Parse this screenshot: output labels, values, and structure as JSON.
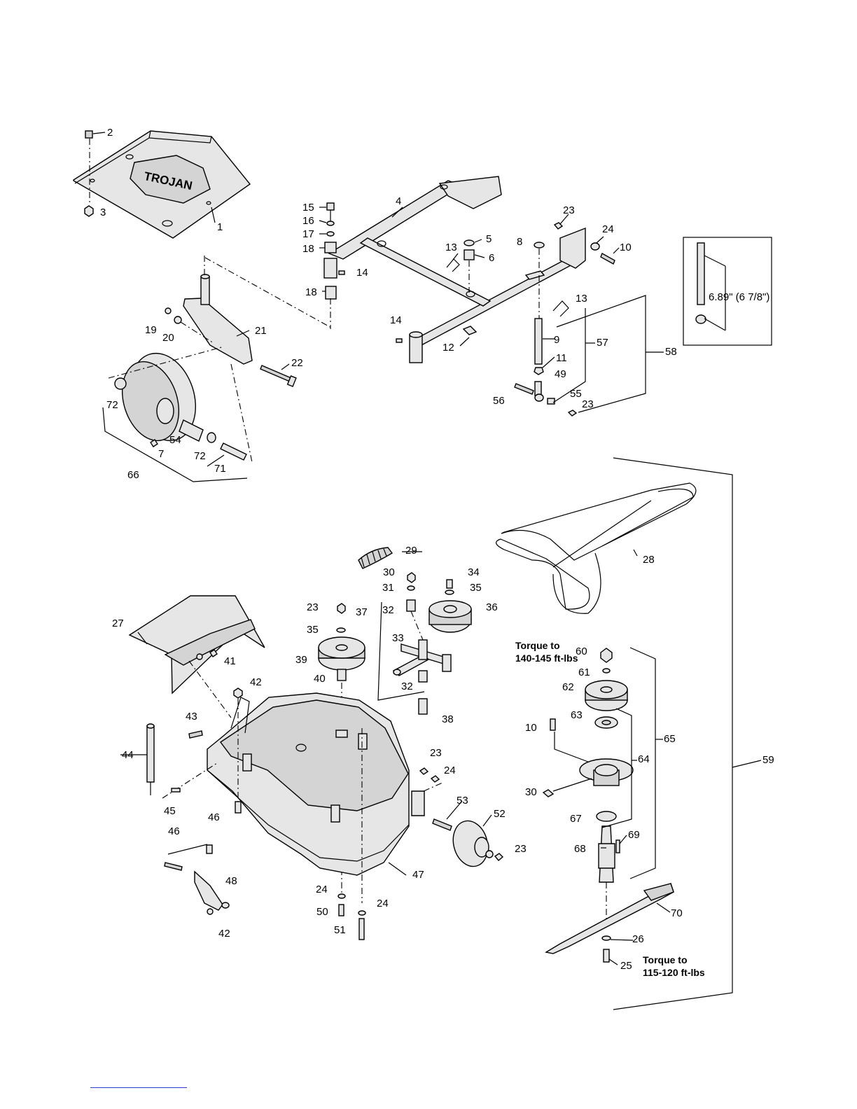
{
  "diagram": {
    "callouts": [
      "1",
      "2",
      "3",
      "4",
      "5",
      "6",
      "7",
      "8",
      "9",
      "10",
      "11",
      "12",
      "13",
      "14",
      "15",
      "16",
      "17",
      "18",
      "19",
      "20",
      "21",
      "22",
      "23",
      "24",
      "25",
      "26",
      "27",
      "28",
      "29",
      "30",
      "31",
      "32",
      "33",
      "34",
      "35",
      "36",
      "37",
      "38",
      "39",
      "40",
      "41",
      "42",
      "43",
      "44",
      "45",
      "46",
      "47",
      "48",
      "49",
      "50",
      "51",
      "52",
      "53",
      "54",
      "55",
      "56",
      "57",
      "58",
      "59",
      "60",
      "61",
      "62",
      "63",
      "64",
      "65",
      "66",
      "67",
      "68",
      "69",
      "70",
      "71",
      "72"
    ],
    "inset_note": "6.89\" (6 7/8\")",
    "torque_upper_line1": "Torque to",
    "torque_upper_line2": "140-145 ft-lbs",
    "torque_lower_line1": "Torque to",
    "torque_lower_line2": "115-120 ft-lbs",
    "logo_text": "TROJAN"
  }
}
